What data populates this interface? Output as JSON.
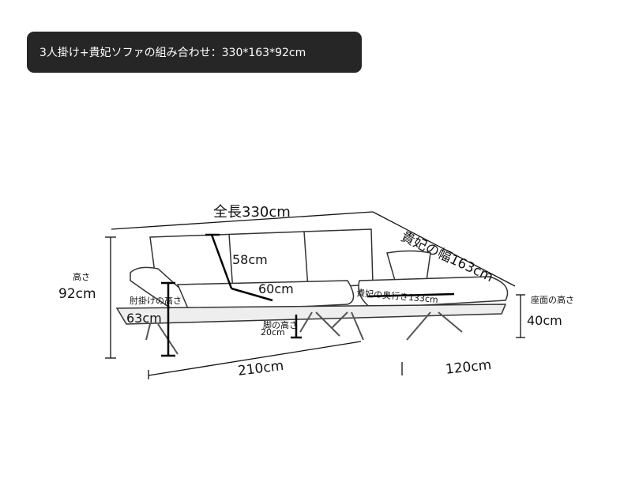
{
  "title": "3人掛け+貴妃ソファの組み合わせ：330*163*92cm",
  "labels": {
    "total_length": "全長330cm",
    "chaise_width": "貴妃の幅163cm",
    "height_label": "高さ",
    "height_value": "92cm",
    "back_height": "58cm",
    "seat_depth": "60cm",
    "arm_height_label": "肘掛けの高さ",
    "arm_height_value": "63cm",
    "leg_height_label": "脚の高さ",
    "leg_height_value": "20cm",
    "chaise_depth": "貴妃の奥行き133cm",
    "seat_height_label": "座面の高さ",
    "seat_height_value": "40cm",
    "sofa_width": "210cm",
    "chaise_length": "120cm"
  }
}
